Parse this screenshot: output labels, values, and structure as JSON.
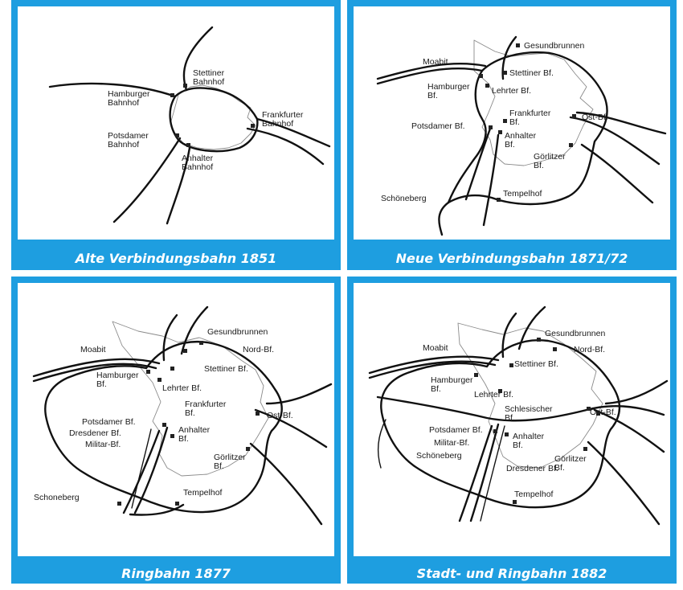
{
  "panels": [
    {
      "caption": "Alte Verbindungsbahn 1851",
      "labels": {
        "stettiner": [
          "Stettiner",
          "Bahnhof"
        ],
        "hamburger": [
          "Hamburger",
          "Bahnhof"
        ],
        "frankfurter": [
          "Frankfurter",
          "Bahnhof"
        ],
        "potsdamer": [
          "Potsdamer",
          "Bahnhof"
        ],
        "anhalter": [
          "Anhalter",
          "Bahnhof"
        ]
      }
    },
    {
      "caption": "Neue Verbindungsbahn 1871/72",
      "labels": {
        "gesundbrunnen": "Gesundbrunnen",
        "moabit": "Moabit",
        "stettiner": "Stettiner Bf.",
        "hamburger": [
          "Hamburger",
          "Bf."
        ],
        "lehrter": "Lehrter Bf.",
        "frankfurter": [
          "Frankfurter",
          "Bf."
        ],
        "ost": "Ost-Bf.",
        "potsdamer": "Potsdamer Bf.",
        "anhalter": [
          "Anhalter",
          "Bf."
        ],
        "goerlitzer": [
          "Görlitzer",
          "Bf."
        ],
        "schoeneberg": "Schöneberg",
        "tempelhof": "Tempelhof"
      }
    },
    {
      "caption": "Ringbahn 1877",
      "labels": {
        "gesundbrunnen": "Gesundbrunnen",
        "moabit": "Moabit",
        "nord": "Nord-Bf.",
        "hamburger": [
          "Hamburger",
          "Bf."
        ],
        "stettiner": "Stettiner Bf.",
        "lehrter": "Lehrter Bf.",
        "frankfurter": [
          "Frankfurter",
          "Bf."
        ],
        "ost": "Ost-Bf.",
        "potsdamer": "Potsdamer Bf.",
        "dresdener": "Dresdener Bf.",
        "militaer": "Militar-Bf.",
        "anhalter": [
          "Anhalter",
          "Bf."
        ],
        "goerlitzer": [
          "Görlitzer",
          "Bf."
        ],
        "schoeneberg": "Schoneberg",
        "tempelhof": "Tempelhof"
      }
    },
    {
      "caption": "Stadt- und Ringbahn 1882",
      "labels": {
        "gesundbrunnen": "Gesundbrunnen",
        "moabit": "Moabit",
        "nord": "Nord-Bf.",
        "stettiner": "Stettiner Bf.",
        "hamburger": [
          "Hamburger",
          "Bf."
        ],
        "lehrter": "Lehrter Bf.",
        "schlesischer": [
          "Schlesischer",
          "Bf."
        ],
        "ost": "Ost-Bf.",
        "potsdamer": "Potsdamer Bf.",
        "militaer": "Militar-Bf.",
        "schoeneberg": "Schöneberg",
        "anhalter": [
          "Anhalter",
          "Bf."
        ],
        "goerlitzer": [
          "Görlitzer",
          "Bf."
        ],
        "dresdener": "Dresdener Bf.",
        "tempelhof": "Tempelhof"
      }
    }
  ]
}
